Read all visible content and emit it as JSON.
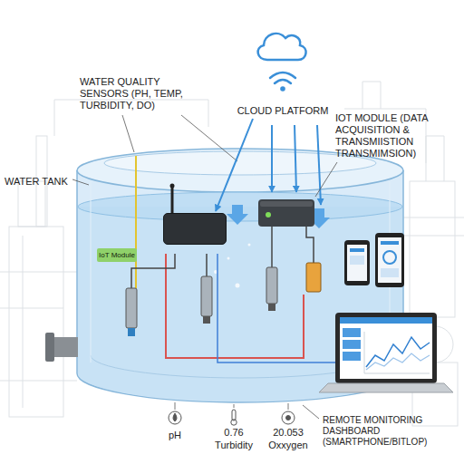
{
  "diagram": {
    "nodes": [
      {
        "text": [
          "CLOUD PLATFORM"
        ]
      },
      {
        "text": [
          "WATER TANK"
        ]
      },
      {
        "text": [
          "IoT Module"
        ],
        "in": 1
      }
    ],
    "edges": [
      {
        "from": 0,
        "to": 2,
        "arrow": "to"
      }
    ],
    "labels": [
      "WATER QUALITY SENSORS (PH, TEMP, TURBIDITY, DO)",
      "IOT MODULE (DATA ACQUISITION & TRANSMIISTION TRANSMIMSION)",
      "REMOTE MONITORING DASHBOARD (SMARTPHONE/BITLOP)",
      "pH",
      "0.76",
      "Turbidity",
      "20.053",
      "Oxxygen"
    ]
  }
}
